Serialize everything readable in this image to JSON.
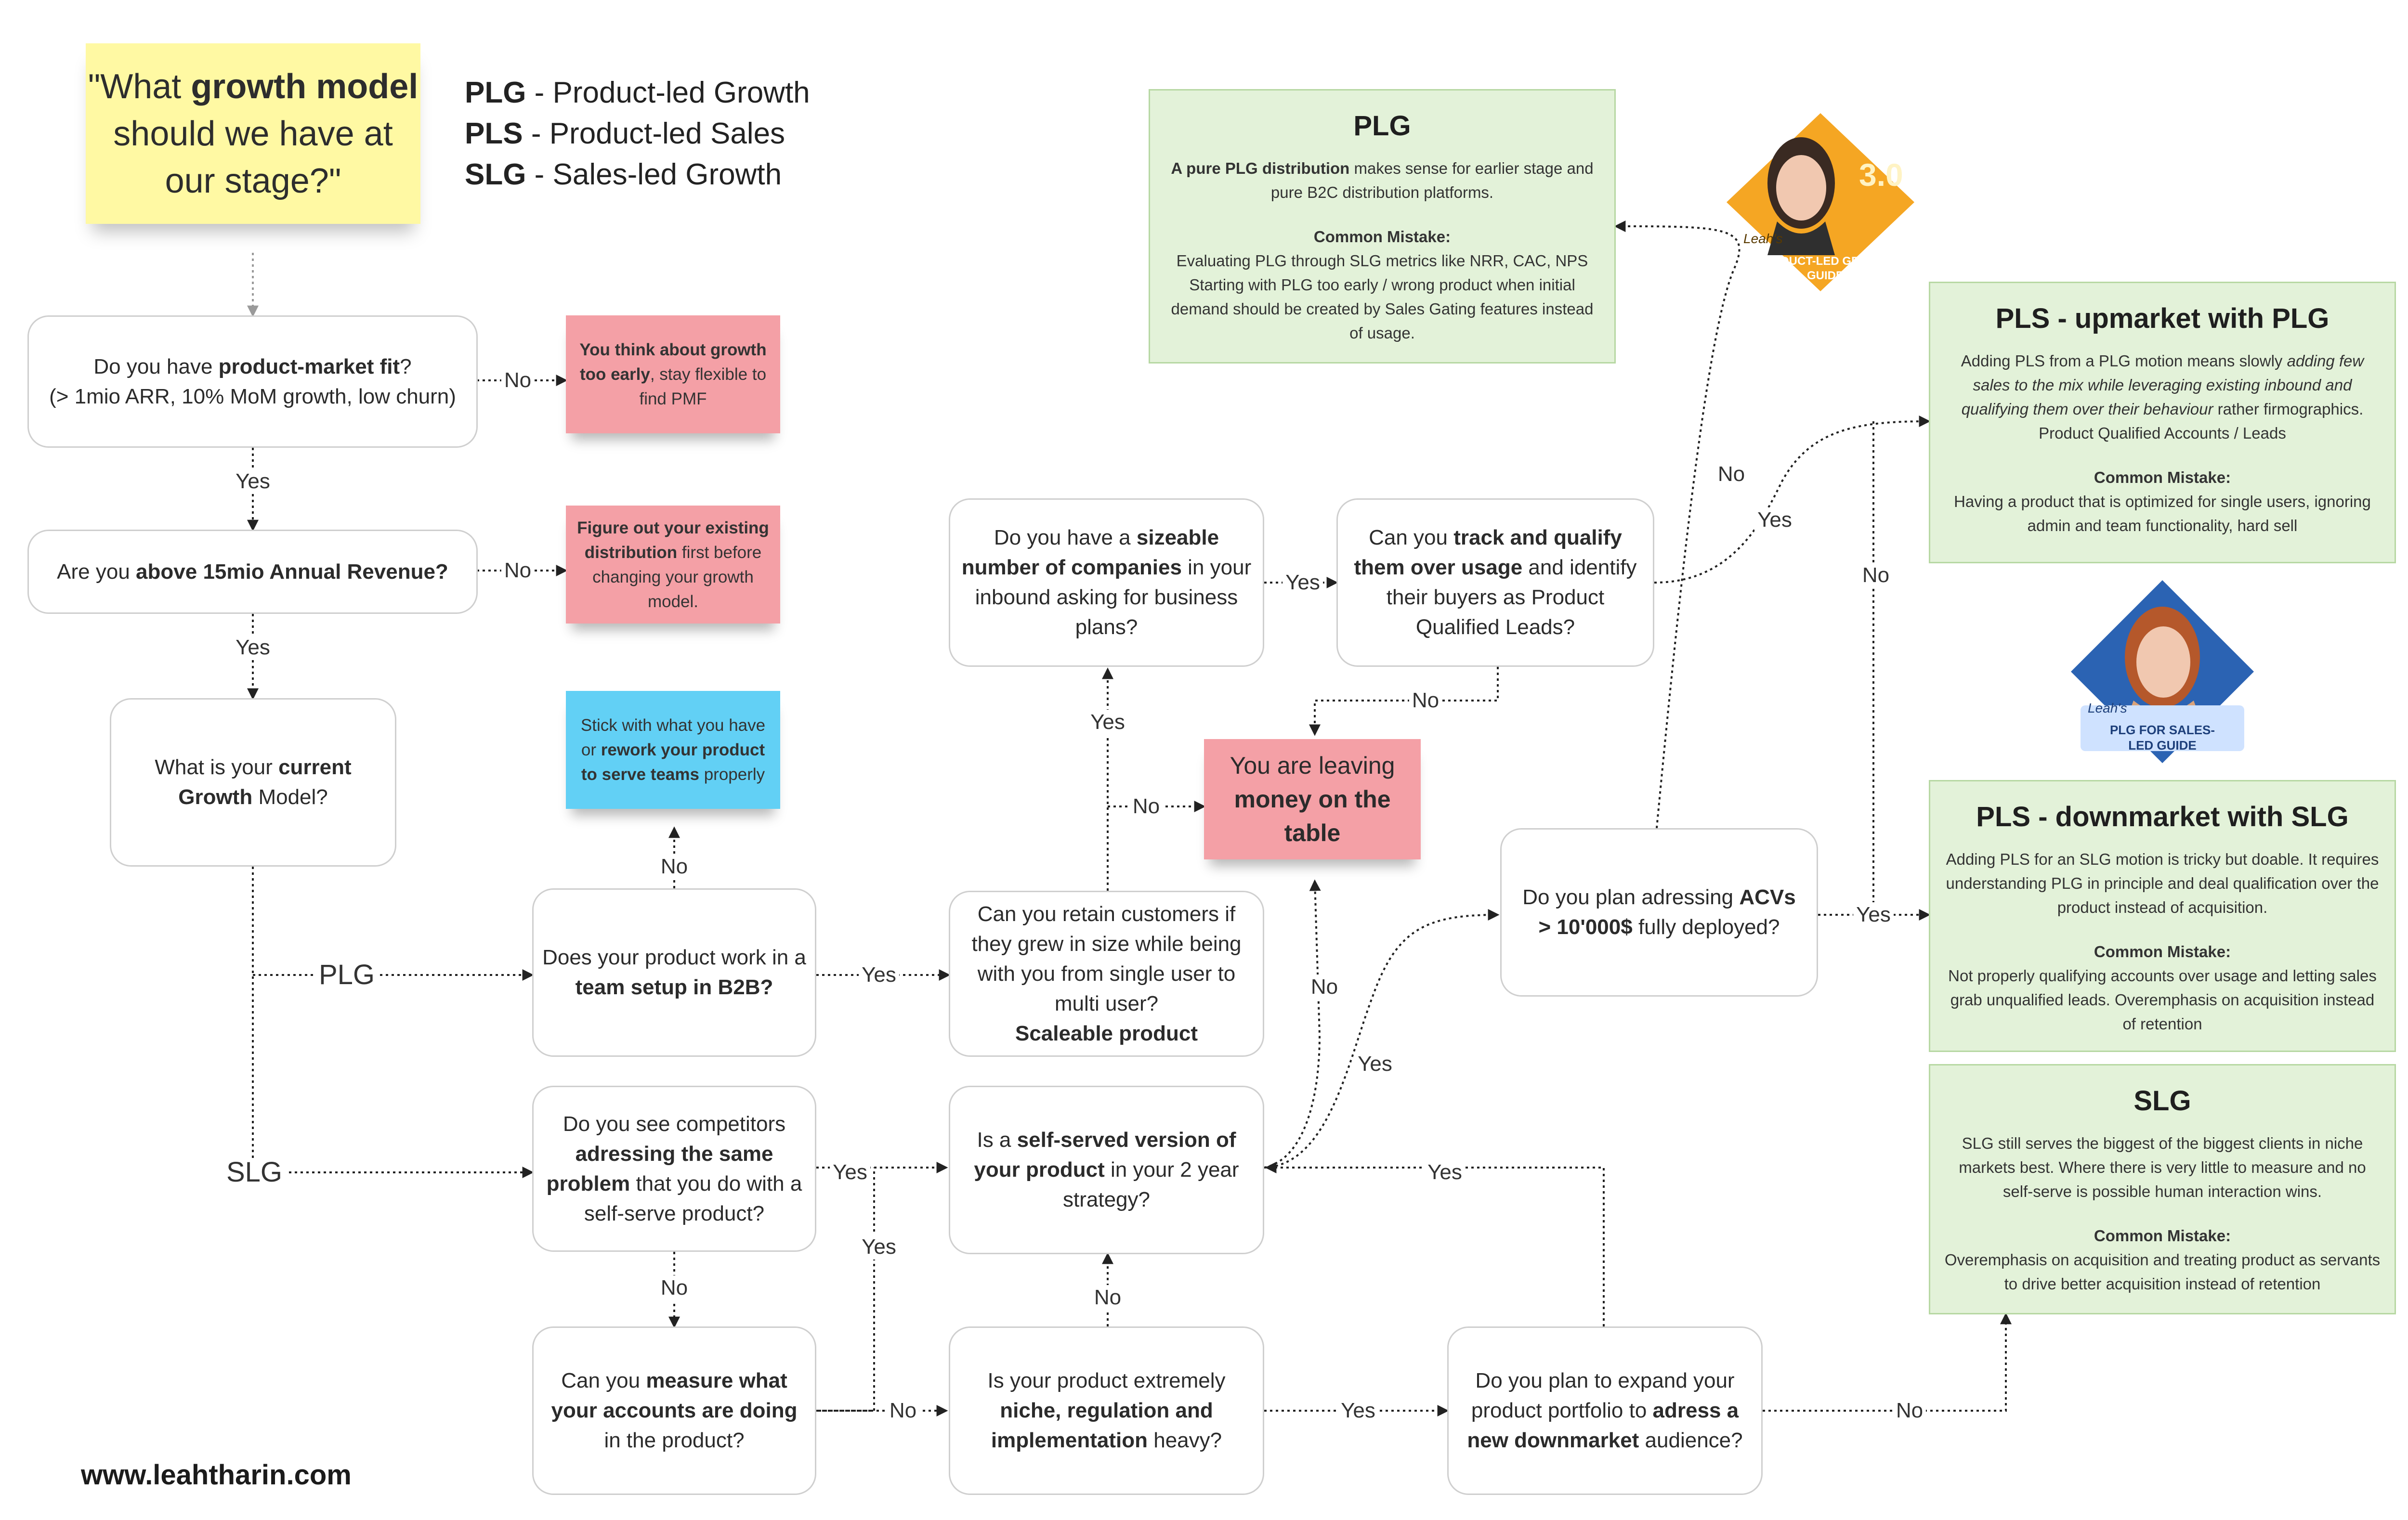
{
  "sticky": {
    "pre": "\"What ",
    "bold": "growth model",
    "post": " should we have at our stage?\""
  },
  "legend": [
    {
      "abbr": "PLG",
      "text": " - Product-led Growth"
    },
    {
      "abbr": "PLS",
      "text": " - Product-led Sales"
    },
    {
      "abbr": "SLG",
      "text": " - Sales-led Growth"
    }
  ],
  "nodes": {
    "pmf": {
      "a": "Do you have ",
      "b": "product-market fit",
      "c": "?",
      "d": "(> 1mio ARR, 10% MoM growth, low churn)"
    },
    "revenue": {
      "a": "Are you ",
      "b": "above 15mio Annual Revenue?"
    },
    "current_model": {
      "a": "What is your ",
      "b": "current",
      "c": "Growth",
      "d": " Model?"
    },
    "b2b": {
      "a": "Does your product work in a ",
      "b": "team setup in B2B?"
    },
    "retain": {
      "a": "Can you retain customers if they grew in size while being with you from single user to multi user?",
      "b": "Scaleable product"
    },
    "sizeable": {
      "a": "Do you have a ",
      "b": "sizeable number of companies",
      "c": " in your inbound asking for business plans?"
    },
    "track": {
      "a": "Can you ",
      "b": "track and qualify them over usage",
      "c": " and identify their buyers as Product Qualified Leads?"
    },
    "acv": {
      "a": "Do you plan adressing ",
      "b": "ACVs",
      "c": "> 10'000$",
      "d": " fully deployed?"
    },
    "competitors": {
      "a": "Do you see competitors ",
      "b": "adressing the same problem",
      "c": " that you do with a self-serve product?"
    },
    "self_served": {
      "a": "Is a ",
      "b": "self-served version of your product",
      "c": " in your 2 year strategy?"
    },
    "measure": {
      "a": "Can you ",
      "b": "measure what your accounts are doing",
      "c": " in the product?"
    },
    "niche": {
      "a": "Is your product extremely ",
      "b": "niche, regulation and implementation",
      "c": " heavy?"
    },
    "expand": {
      "a": "Do you plan to expand your product portfolio to ",
      "b": "adress a new downmarket",
      "c": " audience?"
    }
  },
  "notes": {
    "too_early": {
      "b": "You think about growth too early",
      "a": ", stay flexible to find PMF"
    },
    "figure_out": {
      "b": "Figure out your existing distribution",
      "a": " first before changing your growth model."
    },
    "stick": {
      "a": "Stick with what you have or ",
      "b": "rework your product to serve teams",
      "c": " properly"
    },
    "leaving": {
      "a": "You are leaving ",
      "b": "money on the table"
    }
  },
  "panels": {
    "plg": {
      "title": "PLG",
      "intro_b": "A pure PLG distribution",
      "intro": " makes sense for earlier stage and pure B2C distribution platforms.",
      "mistake_title": "Common Mistake:",
      "mistake": "Evaluating PLG through SLG metrics like NRR, CAC, NPS Starting with PLG too early / wrong product when initial demand should be created by Sales Gating features instead of usage."
    },
    "pls_up": {
      "title": "PLS - upmarket with PLG",
      "intro": "Adding PLS from a PLG motion means  slowly ",
      "intro_i": "adding few sales to the mix while leveraging existing inbound and qualifying them over their behaviour",
      "intro_end": " rather firmographics. Product Qualified Accounts / Leads",
      "mistake_title": "Common Mistake:",
      "mistake": "Having a product that is optimized for single users, ignoring admin and team functionality, hard sell"
    },
    "pls_down": {
      "title": "PLS - downmarket with SLG",
      "intro": "Adding PLS for an SLG motion is tricky but doable. It requires understanding PLG in principle and deal qualification over the product instead of acquisition.",
      "mistake_title": "Common Mistake:",
      "mistake": "Not properly qualifying accounts over usage and letting sales grab unqualified leads. Overemphasis on acquisition instead of retention"
    },
    "slg": {
      "title": "SLG",
      "intro": "SLG still serves the biggest of the biggest clients in niche markets best. Where there is very little to measure and no self-serve is possible human interaction wins.",
      "mistake_title": "Common Mistake:",
      "mistake": "Overemphasis on acquisition and treating product as servants to drive better acquisition instead of retention"
    }
  },
  "badges": {
    "guide1": {
      "caption1": "Leah's",
      "caption2": "PRODUCT-LED GROWTH GUIDE",
      "version": "3.0"
    },
    "guide2": {
      "caption1": "Leah's",
      "caption2": "PLG FOR SALES-LED GUIDE"
    }
  },
  "edge_labels": {
    "yes": "Yes",
    "no": "No",
    "plg": "PLG",
    "slg": "SLG"
  },
  "footer": "www.leahtharin.com",
  "colors": {
    "sticky": "#fff9a3",
    "pink": "#f4a0a6",
    "blue": "#62d0f5",
    "panel": "#e3f2d9",
    "badge": "#f5a623",
    "badge2": "#2b63b3"
  }
}
